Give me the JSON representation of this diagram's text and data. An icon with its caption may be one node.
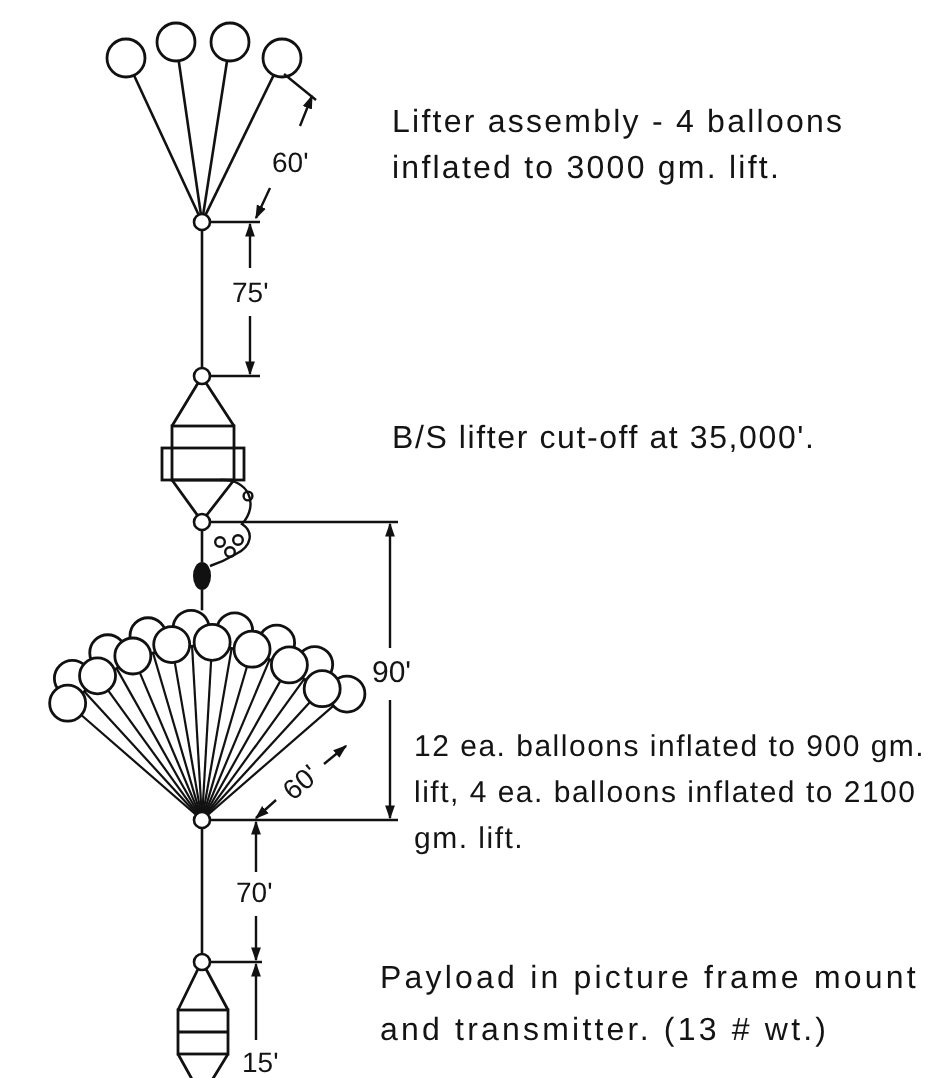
{
  "diagram": {
    "nodes": [
      {
        "text": [],
        "shape": "picture"
      },
      {
        "text": [],
        "shape": "picture"
      },
      {
        "text": [],
        "shape": "picture"
      },
      {
        "text": [],
        "shape": "picture"
      }
    ],
    "edges": [
      {
        "from": 0,
        "to": 1,
        "arrow": "none"
      },
      {
        "from": 1,
        "to": 2,
        "arrow": "none"
      },
      {
        "from": 2,
        "to": 3,
        "arrow": "none"
      }
    ],
    "labels": [
      "Lifter assembly - 4 balloons inflated to 3000 gm. lift.",
      "60'",
      "75'",
      "B/S lifter cut-off at 35,000'.",
      "90'",
      "12 ea. balloons inflated to 900 gm. lift, 4 ea. balloons inflated to 2100 gm. lift.",
      "60'",
      "70'",
      "Payload in picture frame mount and transmitter. (13 # wt.)",
      "15'"
    ]
  }
}
